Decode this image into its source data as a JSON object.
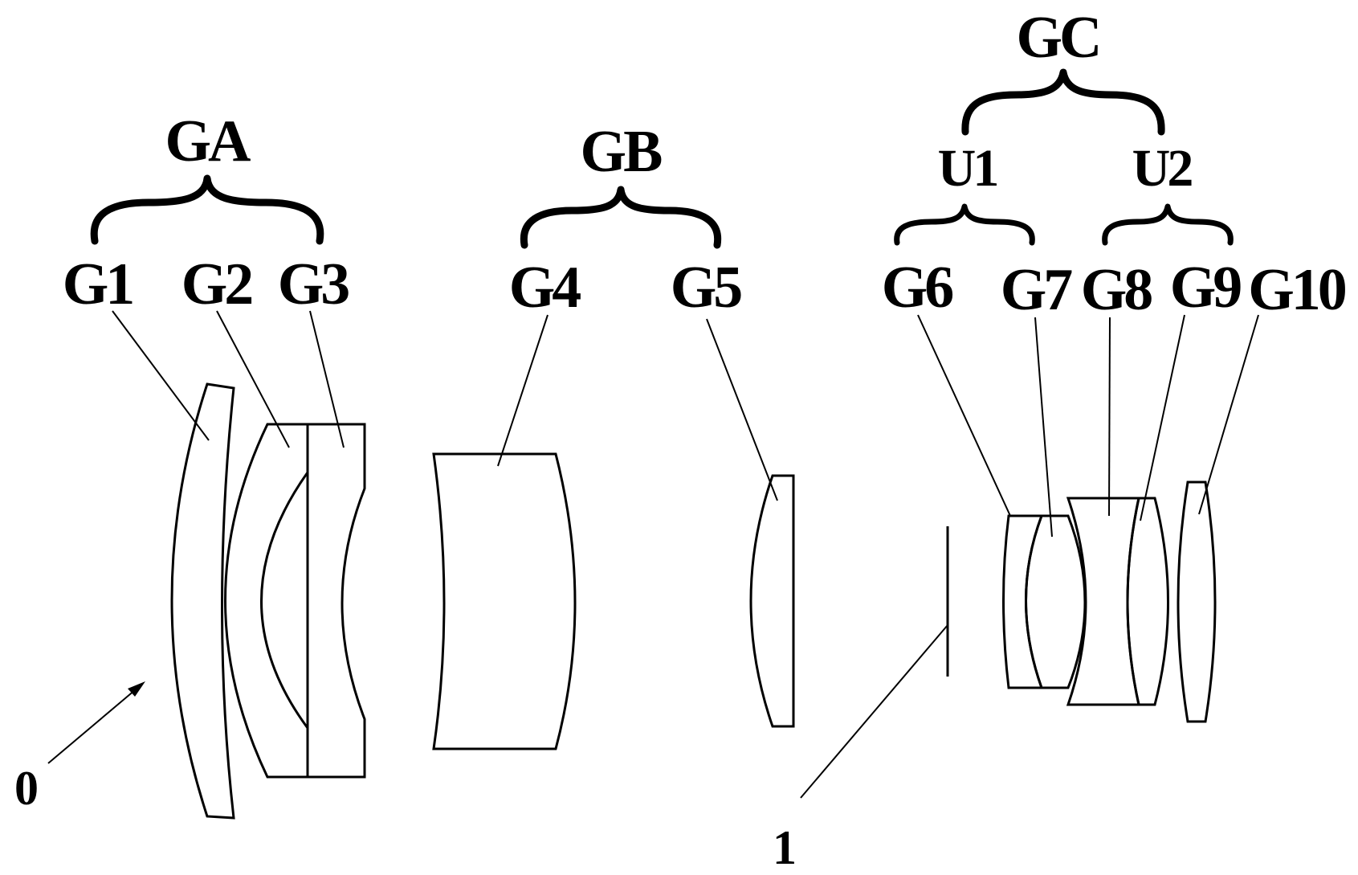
{
  "labels": {
    "ga": "GA",
    "gb": "GB",
    "gc": "GC",
    "u1": "U1",
    "u2": "U2",
    "g1": "G1",
    "g2": "G2",
    "g3": "G3",
    "g4": "G4",
    "g5": "G5",
    "g6": "G6",
    "g7": "G7",
    "g8": "G8",
    "g9": "G9",
    "g10": "G10",
    "object": "0",
    "stop": "1"
  }
}
